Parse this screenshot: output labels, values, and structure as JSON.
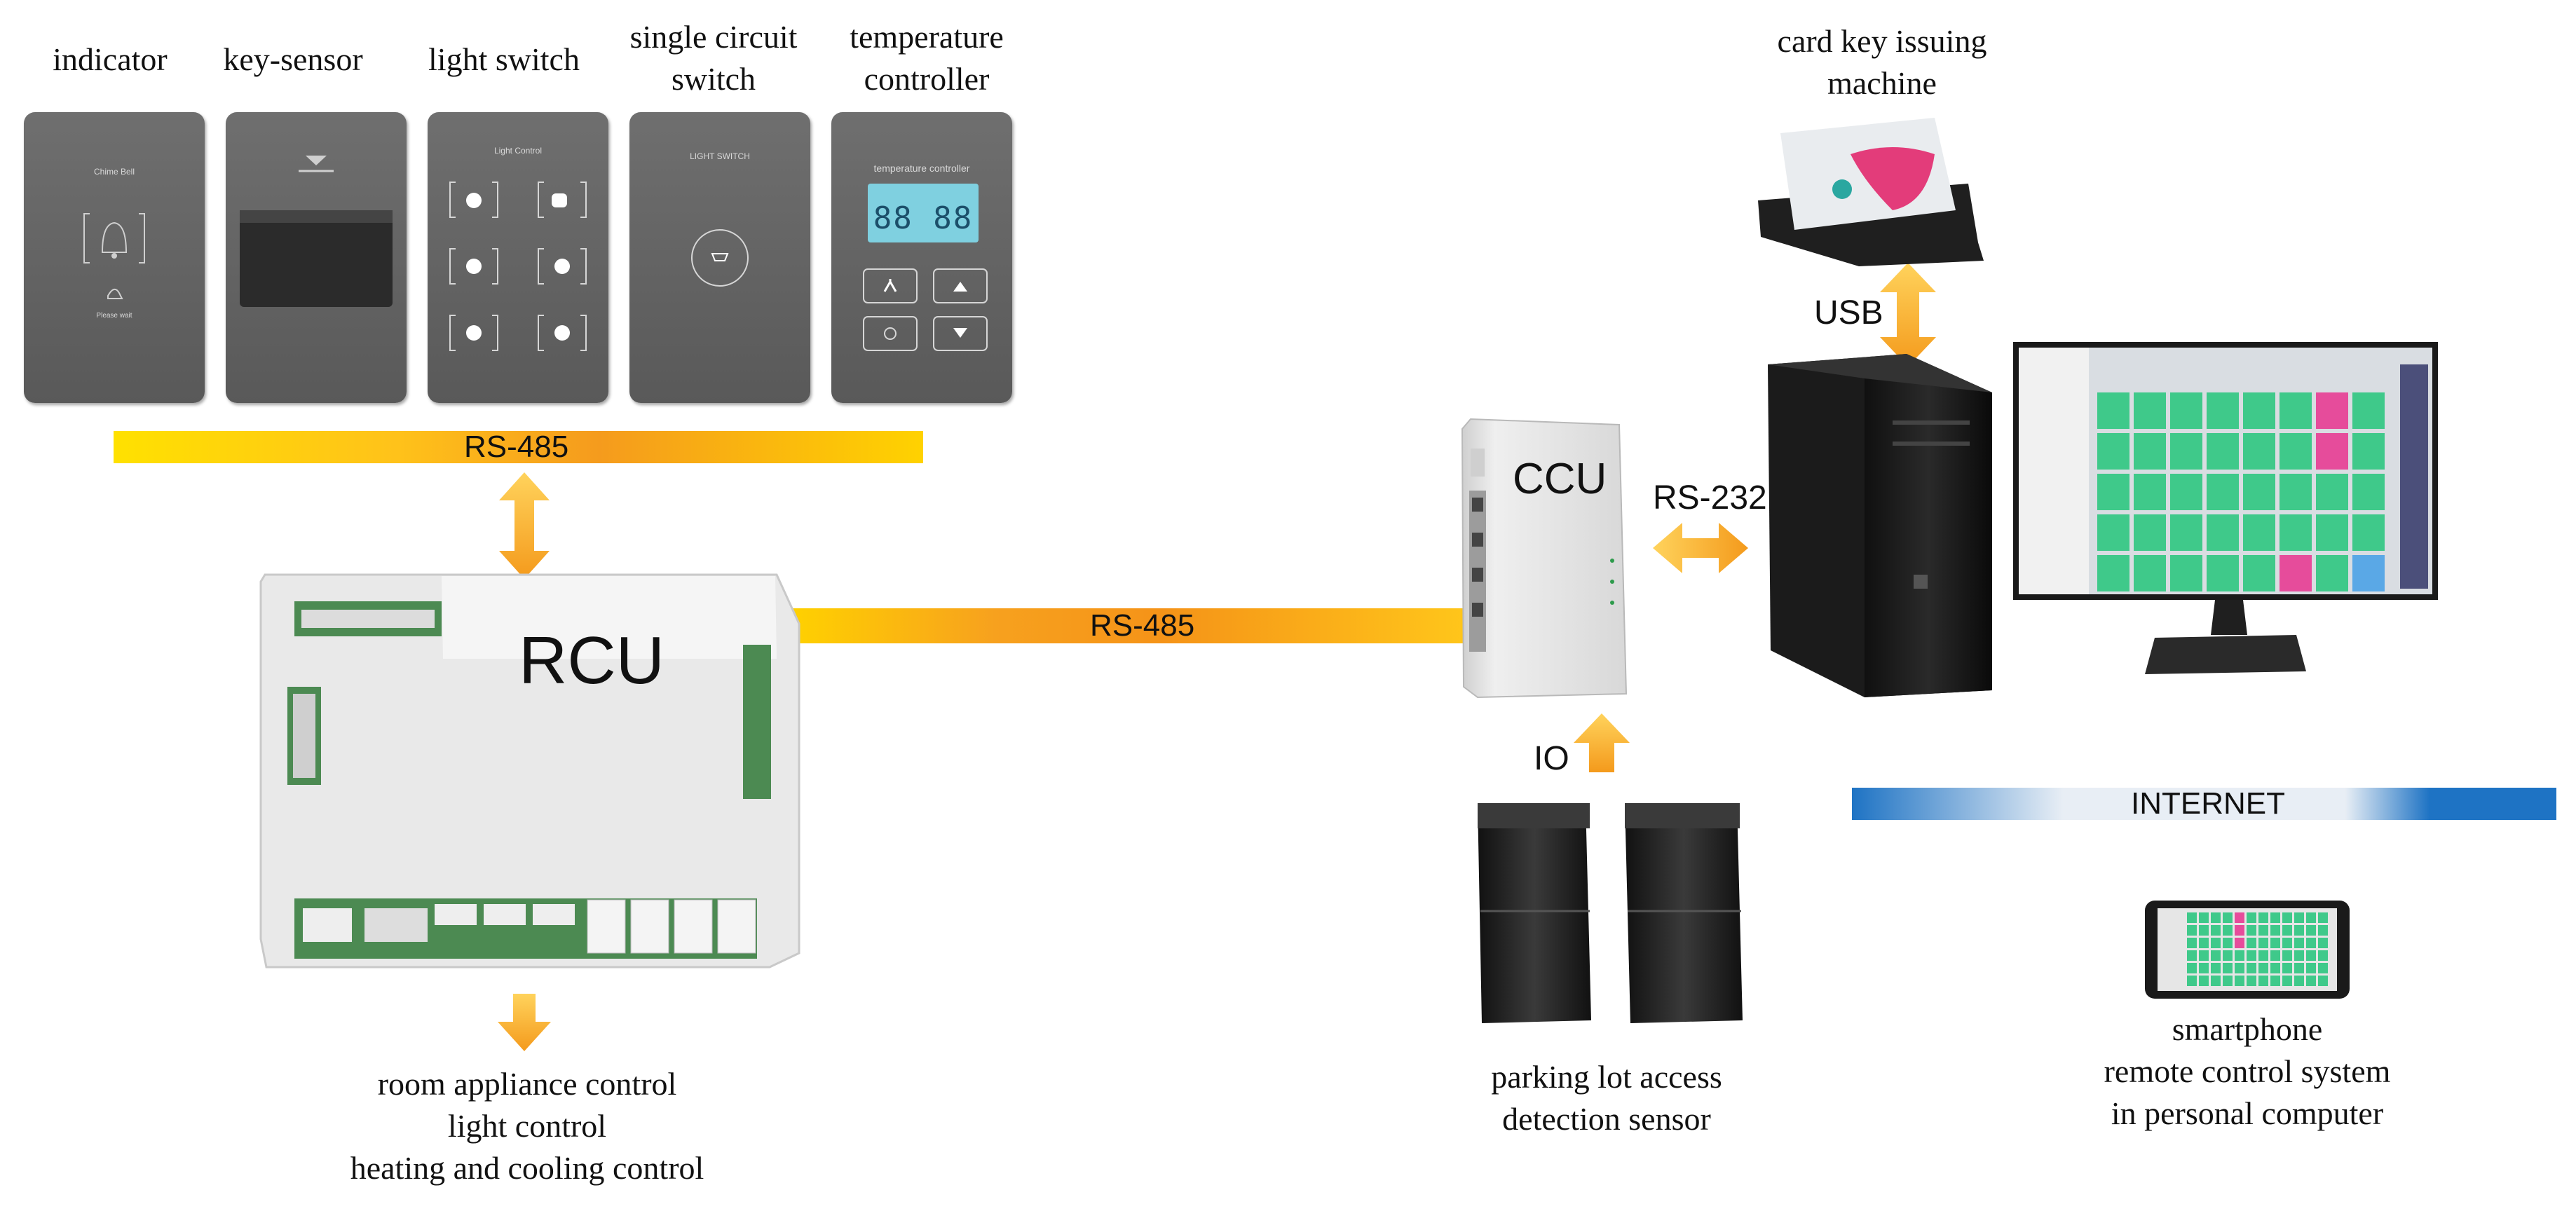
{
  "devices": [
    {
      "label": "indicator",
      "panel_text": "Chime Bell",
      "sub_text": "Please wait"
    },
    {
      "label": "key-sensor",
      "panel_text": ""
    },
    {
      "label": "light switch",
      "panel_text": "Light Control"
    },
    {
      "label_line1": "single circuit",
      "label_line2": "switch",
      "panel_text": "LIGHT SWITCH"
    },
    {
      "label_line1": "temperature",
      "label_line2": "controller",
      "panel_text": "temperature controller",
      "display": "88 88"
    }
  ],
  "bus_top": "RS-485",
  "bus_middle": "RS-485",
  "rcu": {
    "title": "RCU"
  },
  "rcu_outputs": [
    "room appliance control",
    "light control",
    "heating and cooling control"
  ],
  "ccu": {
    "title": "CCU"
  },
  "link_rs232": "RS-232",
  "link_usb": "USB",
  "link_io": "IO",
  "card_machine": {
    "line1": "card key issuing",
    "line2": "machine"
  },
  "parking": {
    "line1": "parking lot access",
    "line2": "detection sensor"
  },
  "internet": "INTERNET",
  "smartphone": {
    "line1": "smartphone",
    "line2": "remote control system",
    "line3": "in personal computer"
  },
  "colors": {
    "bus_yellow": "#ffd400",
    "bus_orange": "#f39a1e",
    "arrow_orange": "#f7a823",
    "internet_blue": "#1e73c4",
    "room_green": "#3fc98a",
    "room_pink": "#e64c9b",
    "device_gray": "#666666"
  },
  "icons": [
    "bell-icon",
    "key-slot-icon",
    "bulb-icon",
    "fan-icon",
    "arrow-up-icon",
    "arrow-down-icon"
  ]
}
